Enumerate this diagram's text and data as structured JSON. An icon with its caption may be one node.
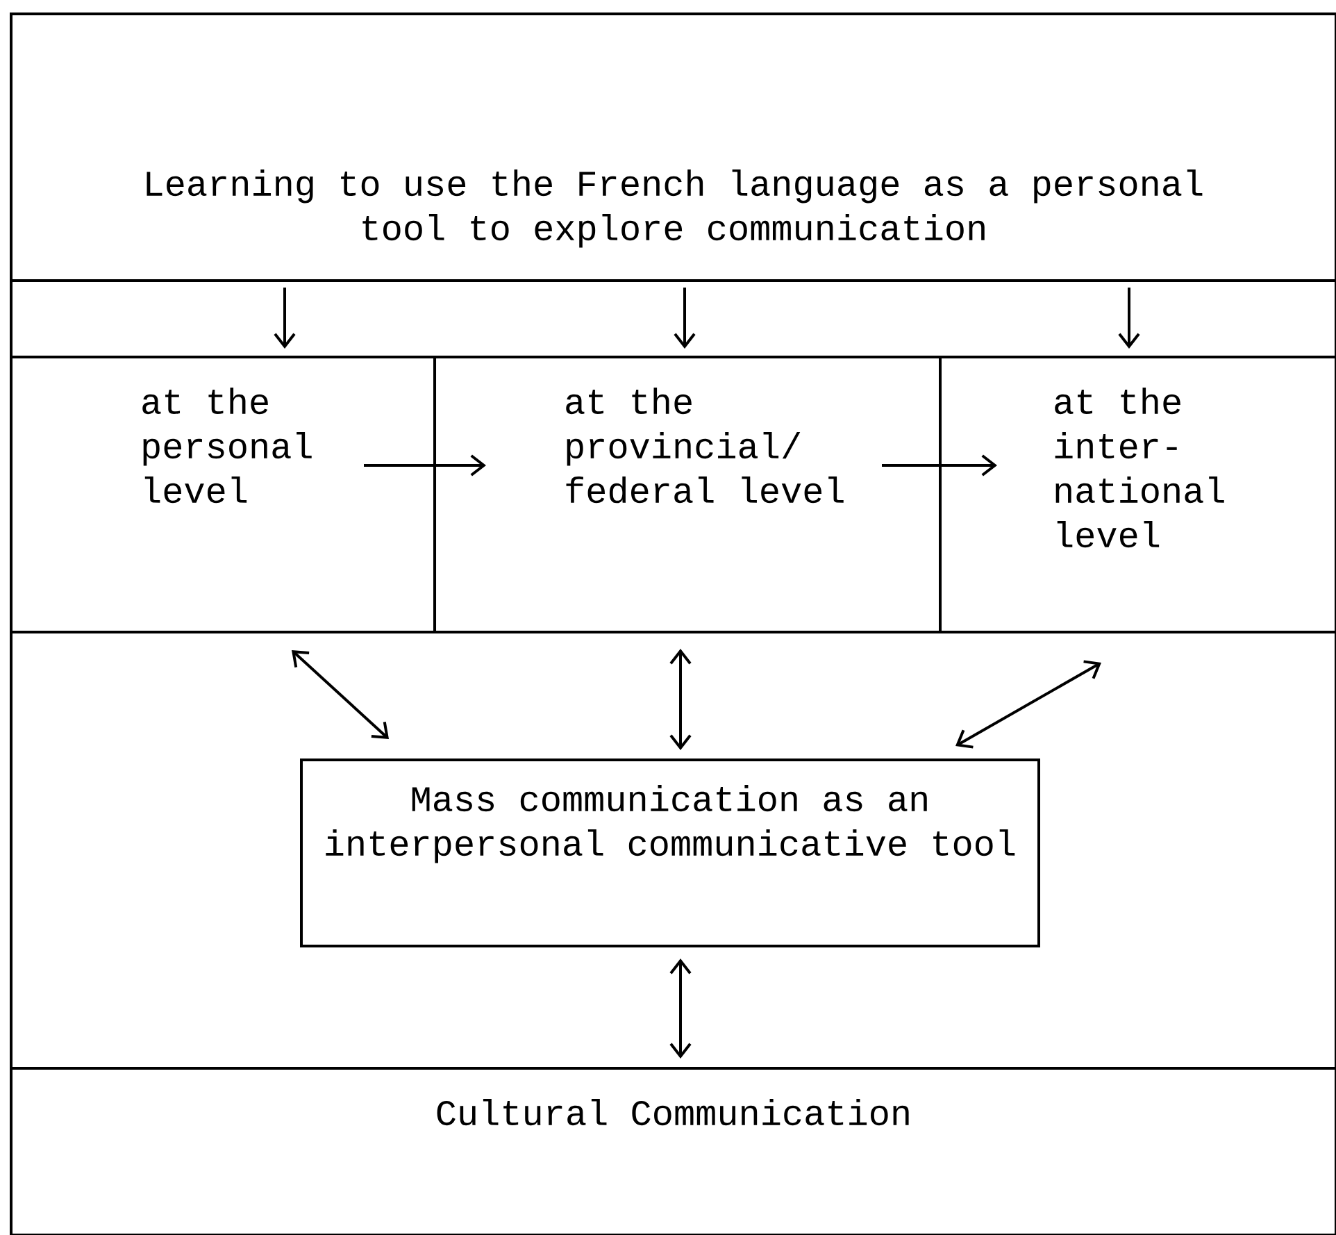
{
  "diagram": {
    "nodes": [
      {
        "text": [
          "Learning to use the French language as a personal tool to explore communication"
        ]
      },
      {
        "text": [
          "at the personal level"
        ]
      },
      {
        "text": [
          "at the provincial/ federal level"
        ]
      },
      {
        "text": [
          "at the inter- national level"
        ]
      },
      {
        "text": [
          "Mass communication as an interpersonal communicative tool"
        ]
      },
      {
        "text": [
          "Cultural Communication"
        ]
      }
    ],
    "edges": [
      {
        "from": 0,
        "to": 1,
        "arrow": "to"
      },
      {
        "from": 0,
        "to": 2,
        "arrow": "to"
      },
      {
        "from": 0,
        "to": 3,
        "arrow": "to"
      },
      {
        "from": 1,
        "to": 2,
        "arrow": "to"
      },
      {
        "from": 2,
        "to": 3,
        "arrow": "to"
      },
      {
        "from": 1,
        "to": 4,
        "arrow": "both"
      },
      {
        "from": 2,
        "to": 4,
        "arrow": "both"
      },
      {
        "from": 3,
        "to": 4,
        "arrow": "both"
      },
      {
        "from": 4,
        "to": 5,
        "arrow": "both"
      }
    ]
  }
}
